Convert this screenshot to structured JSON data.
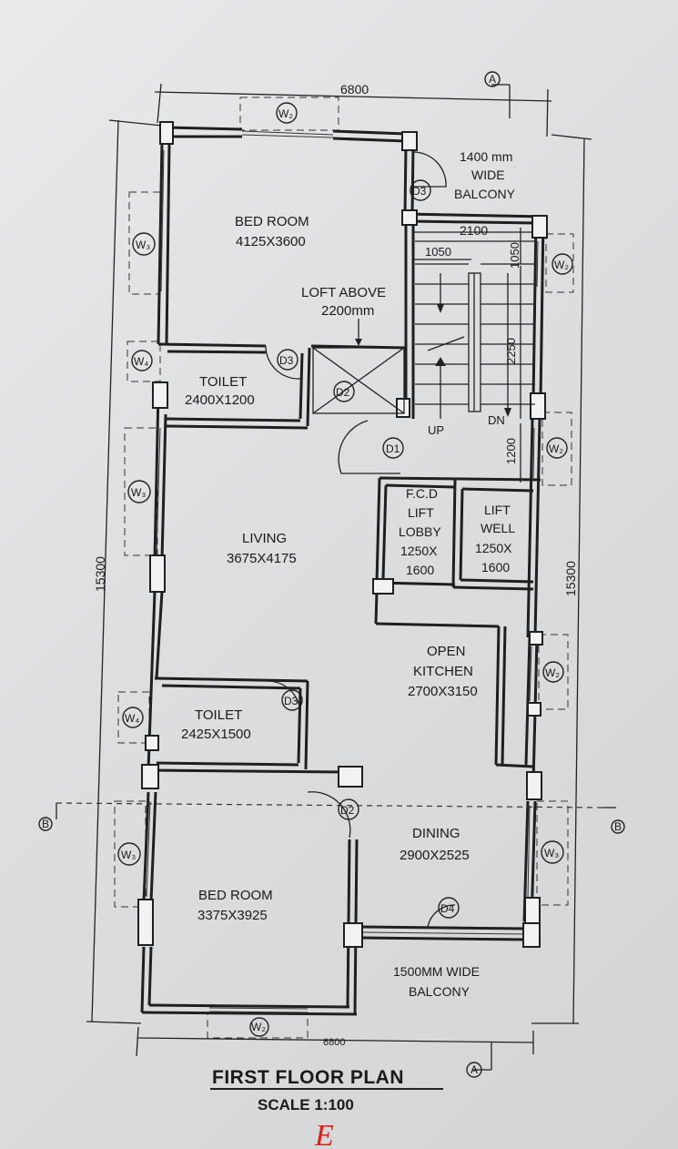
{
  "dimensions": {
    "top": "6800",
    "bottom": "6800",
    "left": "15300",
    "right": "15300",
    "stair_width": "2100",
    "stair_flight": "1050",
    "stair_landing": "1050",
    "stair_run": "2250",
    "stair_gap": "1200"
  },
  "rooms": {
    "bedroom_top": {
      "name": "BED ROOM",
      "size": "4125X3600"
    },
    "loft": {
      "name": "LOFT ABOVE",
      "height": "2200mm"
    },
    "balcony_top": {
      "line1": "1400 mm",
      "line2": "WIDE",
      "line3": "BALCONY"
    },
    "toilet_top": {
      "name": "TOILET",
      "size": "2400X1200"
    },
    "living": {
      "name": "LIVING",
      "size": "3675X4175"
    },
    "lift_lobby": {
      "line1": "F.C.D",
      "line2": "LIFT",
      "line3": "LOBBY",
      "line4": "1250X",
      "line5": "1600"
    },
    "lift_well": {
      "line1": "LIFT",
      "line2": "WELL",
      "line3": "1250X",
      "line4": "1600"
    },
    "kitchen": {
      "line1": "OPEN",
      "line2": "KITCHEN",
      "size": "2700X3150"
    },
    "toilet_bottom": {
      "name": "TOILET",
      "size": "2425X1500"
    },
    "dining": {
      "name": "DINING",
      "size": "2900X2525"
    },
    "bedroom_bottom": {
      "name": "BED ROOM",
      "size": "3375X3925"
    },
    "balcony_bottom": {
      "line1": "1500MM WIDE",
      "line2": "BALCONY"
    }
  },
  "stairs": {
    "up": "UP",
    "down": "DN"
  },
  "tags": {
    "d1": "D1",
    "d2": "D2",
    "d3": "D3",
    "d4": "D4",
    "w2": "W₂",
    "w3": "W₃",
    "w4": "W₄"
  },
  "grid_markers": {
    "a": "A",
    "b": "B"
  },
  "title": "FIRST FLOOR PLAN",
  "scale": "SCALE 1:100",
  "stamp": "E"
}
